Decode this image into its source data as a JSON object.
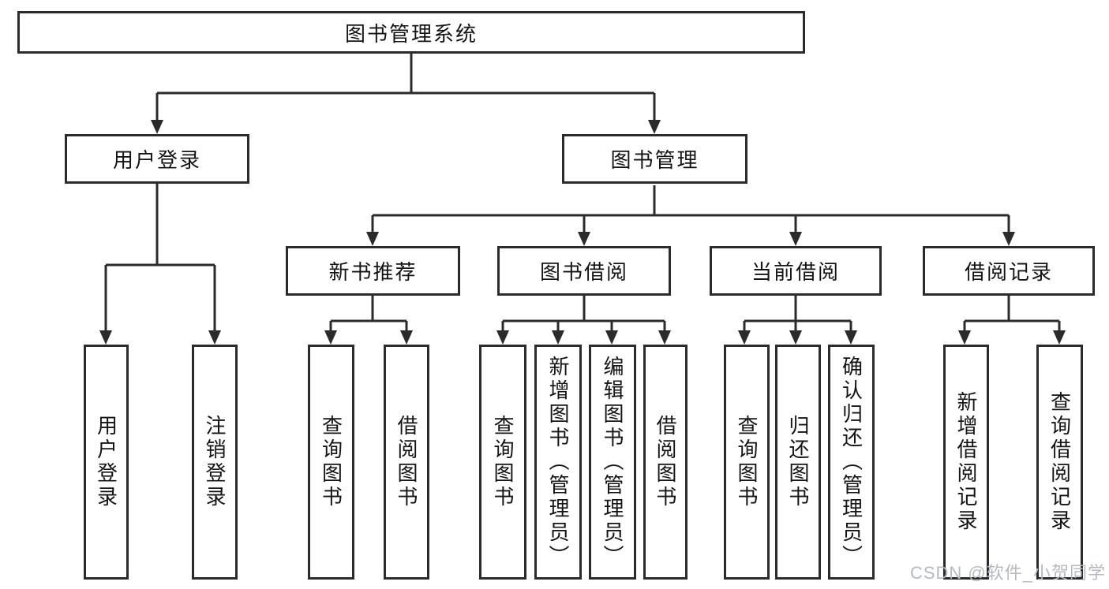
{
  "nodes": {
    "root": "图书管理系统",
    "user_login": "用户登录",
    "book_management": "图书管理",
    "new_book_recommend": "新书推荐",
    "book_borrowing": "图书借阅",
    "current_borrowing": "当前借阅",
    "borrowing_records": "借阅记录",
    "leaf_user_login": "用户登录",
    "leaf_logout": "注销登录",
    "leaf_query_books_recommend": "查询图书",
    "leaf_borrow_books_recommend": "借阅图书",
    "leaf_query_books_borrowing": "查询图书",
    "leaf_add_books_admin": "新增图书（管理员）",
    "leaf_edit_books_admin": "编辑图书（管理员）",
    "leaf_borrow_books_borrowing": "借阅图书",
    "leaf_query_books_current": "查询图书",
    "leaf_return_books": "归还图书",
    "leaf_confirm_return_admin": "确认归还（管理员）",
    "leaf_add_borrow_record": "新增借阅记录",
    "leaf_query_borrow_record": "查询借阅记录"
  },
  "watermark": "CSDN @软件_小贺同学",
  "colors": {
    "line": "#2b2b2b",
    "text": "#141414",
    "background": "#ffffff",
    "watermark": "#b4bac0"
  }
}
